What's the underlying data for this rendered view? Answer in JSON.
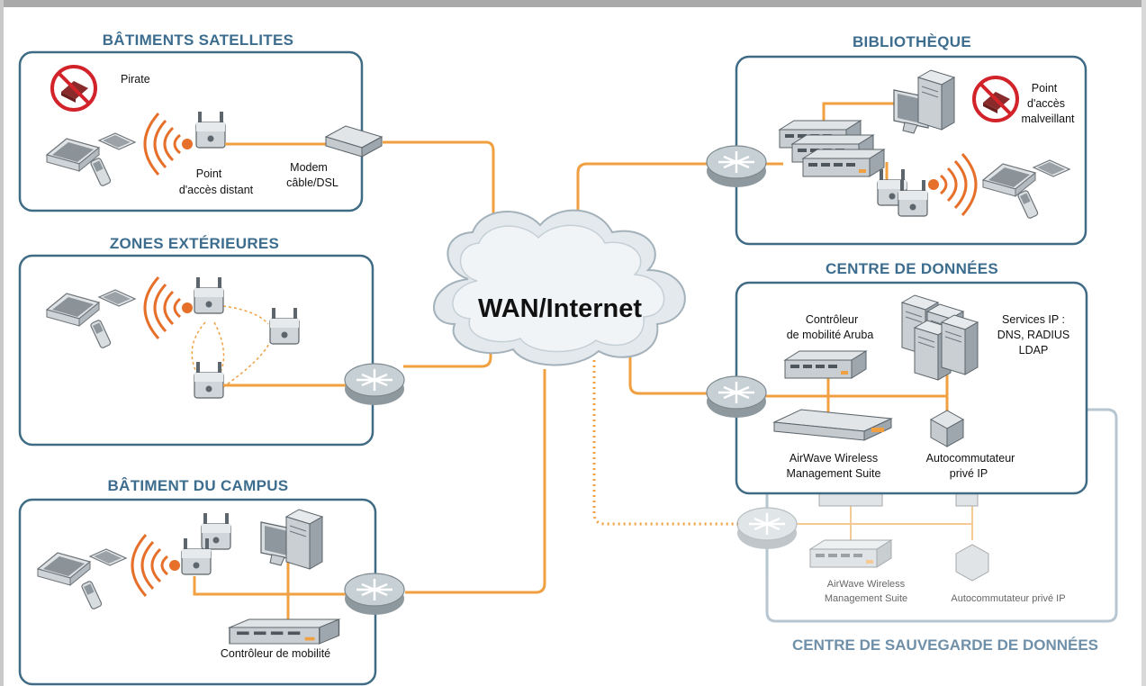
{
  "sections": {
    "satellite": {
      "title": "BÂTIMENTS SATELLITES"
    },
    "outdoor": {
      "title": "ZONES EXTÉRIEURES"
    },
    "campus": {
      "title": "BÂTIMENT DU CAMPUS"
    },
    "library": {
      "title": "BIBLIOTHÈQUE"
    },
    "datacenter": {
      "title": "CENTRE DE DONNÉES"
    },
    "backup": {
      "title": "CENTRE DE SAUVEGARDE DE DONNÉES"
    }
  },
  "cloud": {
    "label": "WAN/Internet"
  },
  "labels": {
    "pirate": "Pirate",
    "remote_ap_1": "Point",
    "remote_ap_2": "d'accès distant",
    "modem_1": "Modem",
    "modem_2": "câble/DSL",
    "rogue_ap_1": "Point",
    "rogue_ap_2": "d'accès",
    "rogue_ap_3": "malveillant",
    "controller_aruba_1": "Contrôleur",
    "controller_aruba_2": "de mobilité Aruba",
    "services_1": "Services IP :",
    "services_2": "DNS, RADIUS",
    "services_3": "LDAP",
    "airwave_1": "AirWave Wireless",
    "airwave_2": "Management Suite",
    "pbx_1": "Autocommutateur",
    "pbx_2": "privé IP",
    "campus_controller": "Contrôleur de mobilité",
    "backup_airwave_1": "AirWave Wireless",
    "backup_airwave_2": "Management Suite",
    "backup_pbx": "Autocommutateur privé IP"
  },
  "colors": {
    "link": "#f0a040",
    "box_border": "#3f6b85",
    "title": "#3d6d8e",
    "router": "#aeb8bf",
    "wifi": "#e6702a",
    "no_sign": "#d2232a"
  }
}
